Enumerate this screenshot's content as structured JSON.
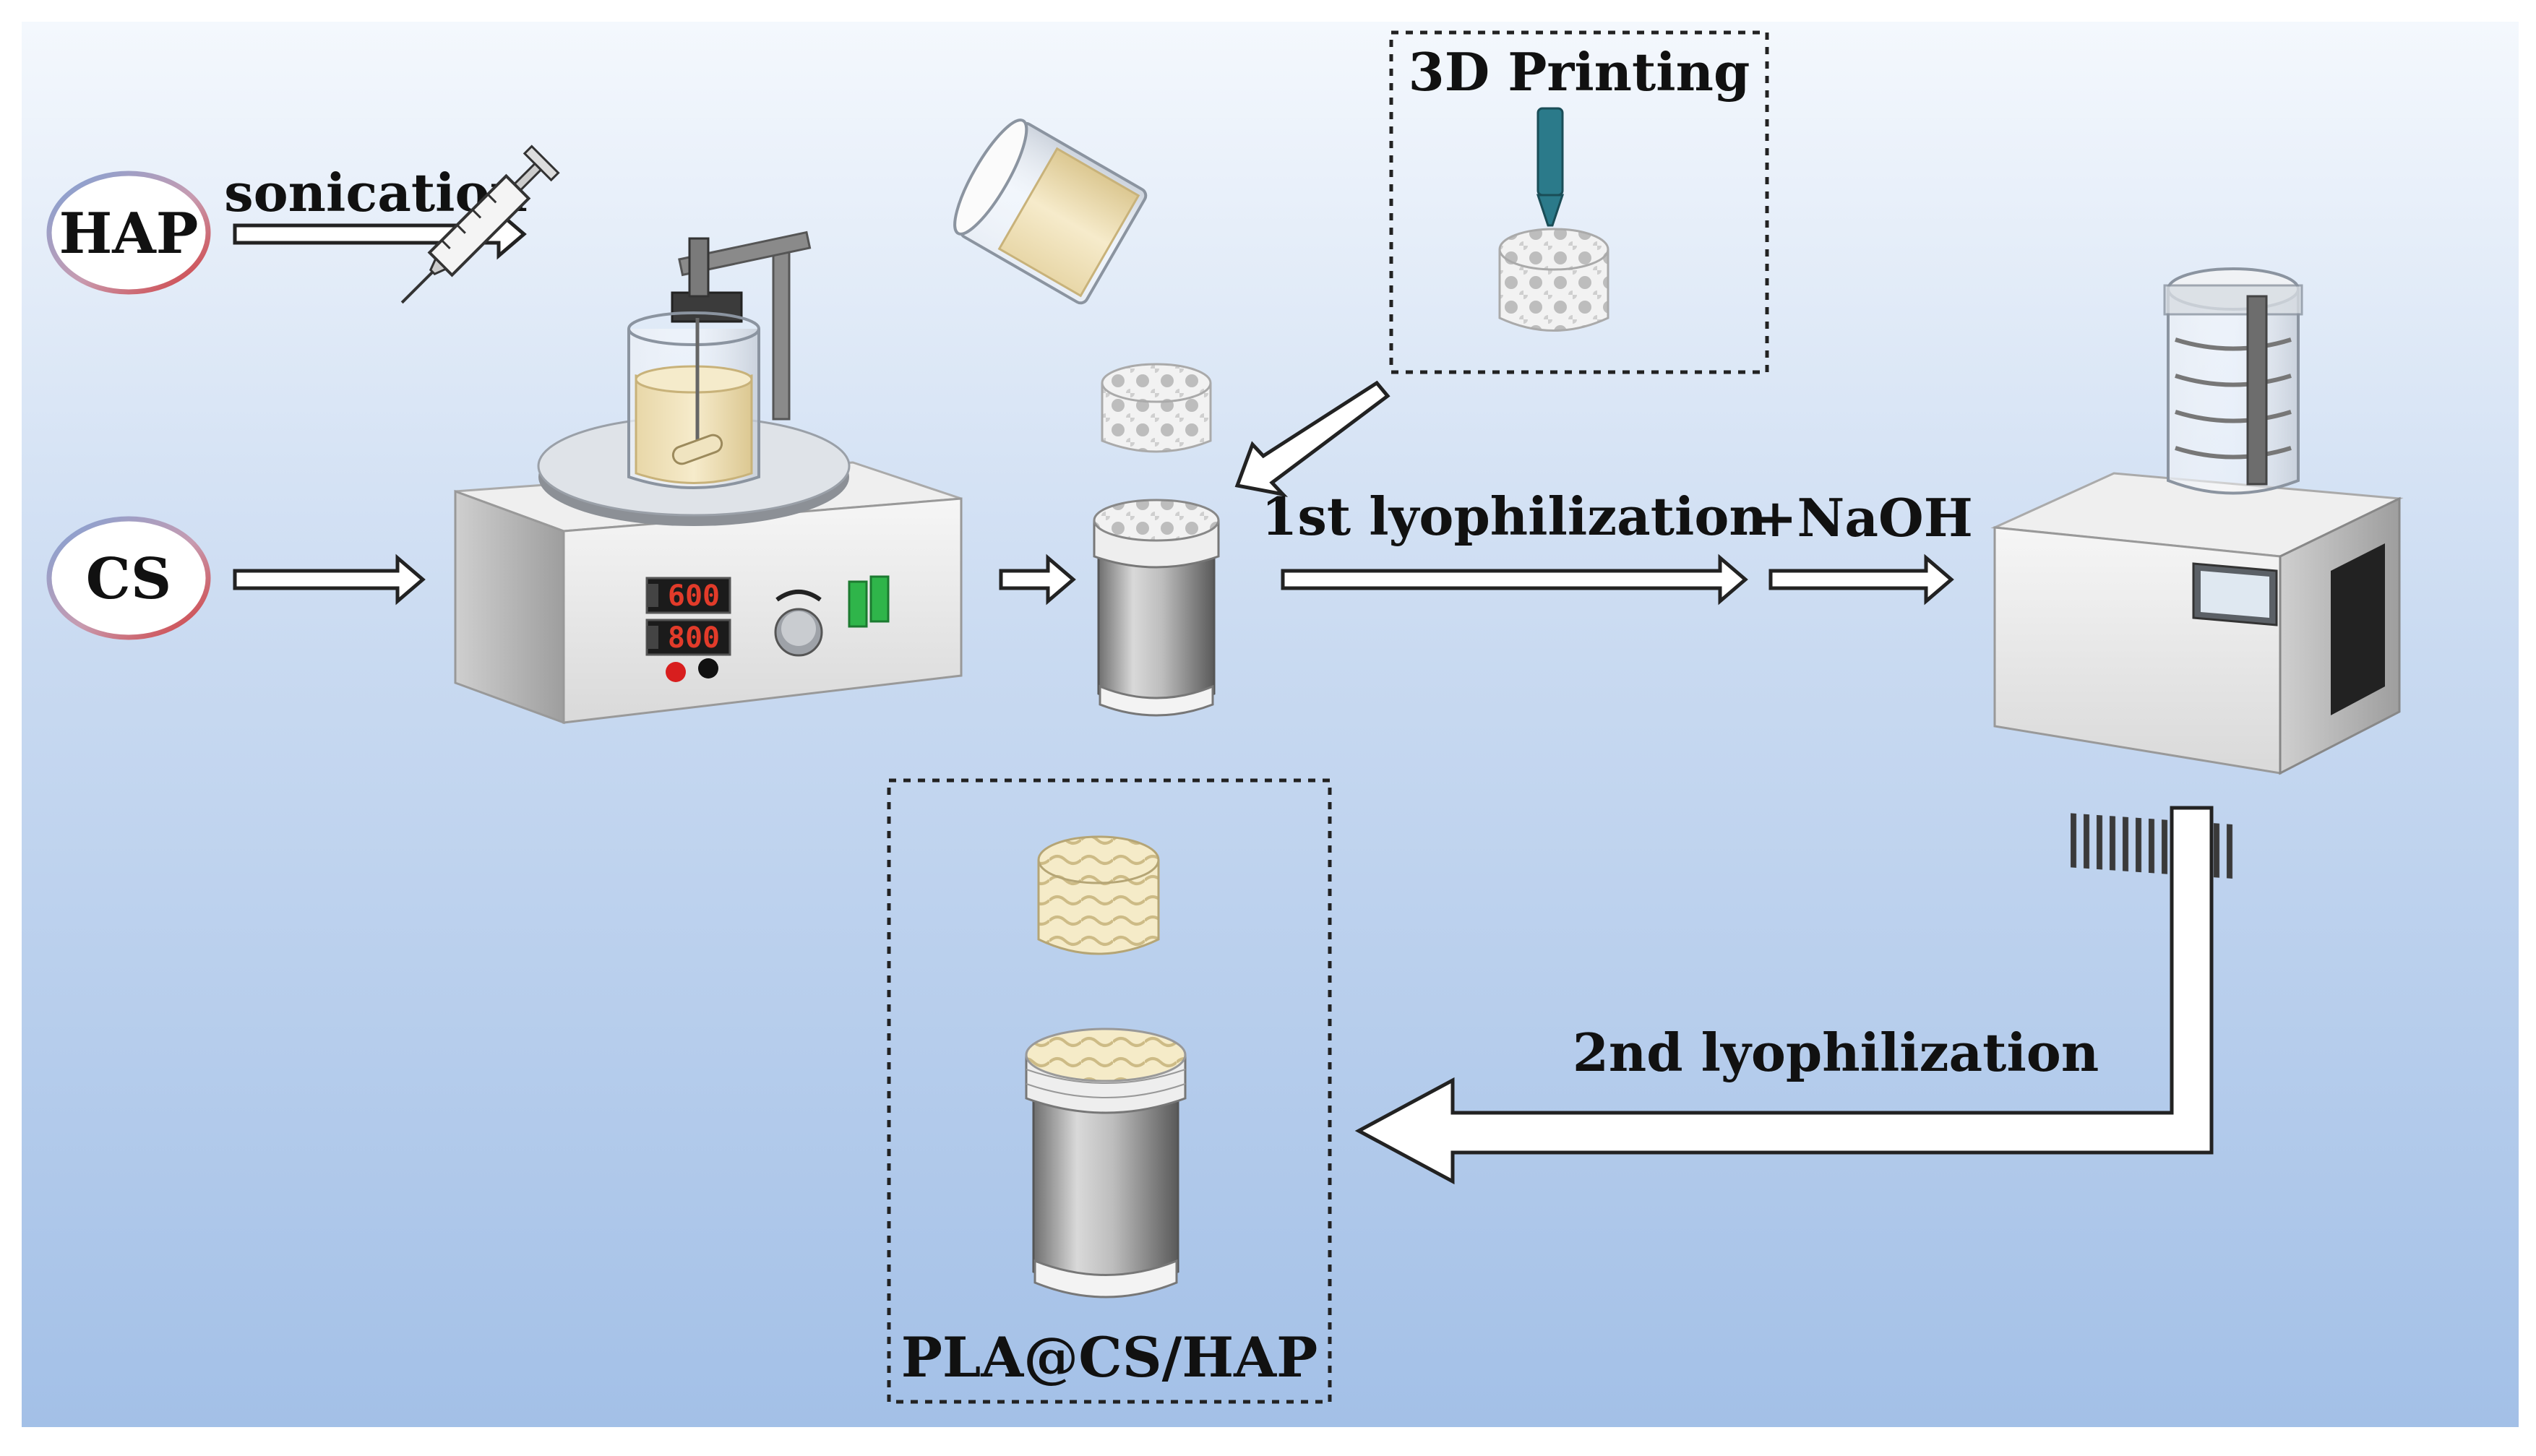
{
  "labels": {
    "hap": "HAP",
    "cs": "CS",
    "sonication": "sonication",
    "printing": "3D Printing",
    "lyo1": "1st lyophilization",
    "naoh": "+NaOH",
    "lyo2": "2nd lyophilization",
    "product": "PLA@CS/HAP"
  },
  "stirrer_display": {
    "top": "600",
    "bottom": "800"
  },
  "colors": {
    "background_top": "#f4f8fd",
    "background_bottom": "#a7c3e8",
    "gel": "#f3e6bf",
    "hap_circle_blue": "#7fa2d6",
    "hap_circle_red": "#d23a3a",
    "nozzle": "#2b7a8a",
    "display_red": "#e23b2a",
    "button_green": "#2fb54a"
  }
}
